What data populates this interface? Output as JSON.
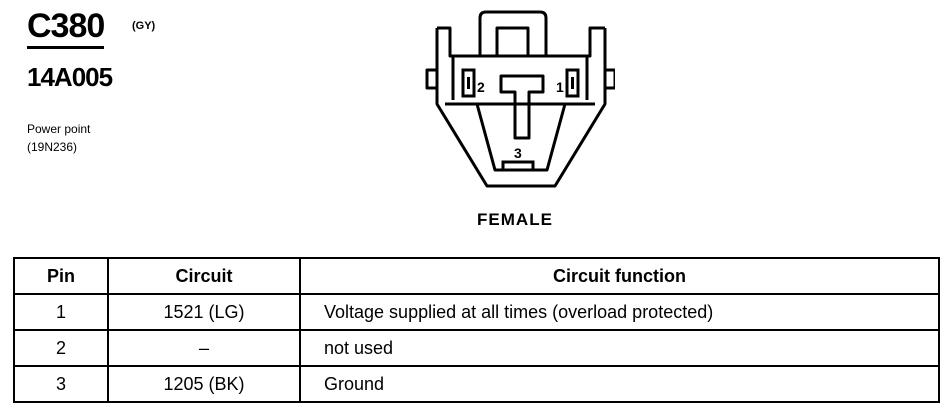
{
  "header": {
    "connector_id": "C380",
    "color_code": "(GY)",
    "part_number": "14A005",
    "description_line1": "Power point",
    "description_line2": "(19N236)"
  },
  "diagram": {
    "pin_labels": [
      "1",
      "2",
      "3"
    ],
    "gender_label": "FEMALE"
  },
  "table": {
    "headers": {
      "pin": "Pin",
      "circuit": "Circuit",
      "function": "Circuit function"
    },
    "rows": [
      {
        "pin": "1",
        "circuit": "1521 (LG)",
        "function": "Voltage supplied at all times (overload protected)"
      },
      {
        "pin": "2",
        "circuit": "–",
        "function": "not used"
      },
      {
        "pin": "3",
        "circuit": "1205 (BK)",
        "function": "Ground"
      }
    ]
  }
}
